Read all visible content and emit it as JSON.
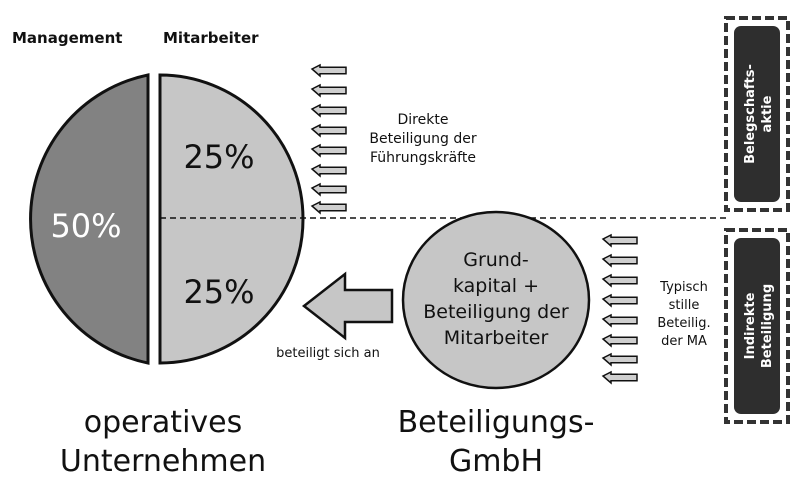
{
  "header": {
    "management": "Management",
    "mitarbeiter": "Mitarbeiter"
  },
  "pie": {
    "left_value": "50%",
    "upper_right_value": "25%",
    "lower_right_value": "25%",
    "caption_line1": "operatives",
    "caption_line2": "Unternehmen"
  },
  "direct_note": {
    "line1": "Direkte",
    "line2": "Beteiligung der",
    "line3": "Führungskräfte"
  },
  "gmbh_circle": {
    "line1": "Grund-",
    "line2": "kapital +",
    "line3": "Beteiligung der",
    "line4": "Mitarbeiter",
    "caption_line1": "Beteiligungs-",
    "caption_line2": "GmbH"
  },
  "link": {
    "label": "beteiligt sich an"
  },
  "typical_note": {
    "line1": "Typisch",
    "line2": "stille",
    "line3": "Beteilig.",
    "line4": "der MA"
  },
  "side_labels": {
    "top_line1": "Belegschafts-",
    "top_line2": "aktie",
    "bottom_line1": "Indirekte",
    "bottom_line2": "Beteiligung"
  },
  "colors": {
    "dark_gray": "#828282",
    "light_gray": "#c6c6c6",
    "box_dark": "#2e2e2e",
    "stroke": "#111111"
  }
}
